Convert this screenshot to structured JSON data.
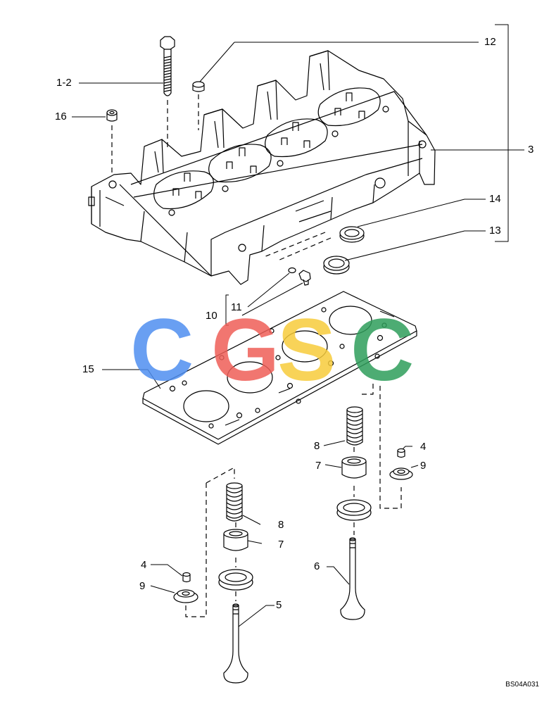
{
  "callouts": {
    "c1_2": "1-2",
    "c12": "12",
    "c16": "16",
    "c3": "3",
    "c14": "14",
    "c13": "13",
    "c11": "11",
    "c10": "10",
    "c15": "15",
    "c8_upper": "8",
    "c7_upper": "7",
    "c4_upper": "4",
    "c9_upper": "9",
    "c8_lower": "8",
    "c7_lower": "7",
    "c4_lower": "4",
    "c9_lower": "9",
    "c6": "6",
    "c5": "5"
  },
  "watermark": {
    "letters": [
      "C",
      "G",
      "S",
      "C"
    ],
    "colors": [
      "#4f8ff0",
      "#ef5f58",
      "#f7cc3c",
      "#2f9e5b"
    ]
  },
  "reference_code": "BS04A031",
  "line_color": "#000000"
}
